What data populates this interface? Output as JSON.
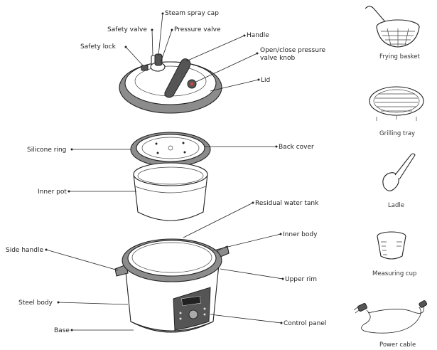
{
  "labels": {
    "steam_spray_cap": "Steam spray cap",
    "safety_valve": "Safety valve",
    "pressure_valve": "Pressure valve",
    "handle": "Handle",
    "safety_lock": "Safety lock",
    "open_close_knob_line1": "Open/close pressure",
    "open_close_knob_line2": "valve knob",
    "lid": "Lid",
    "silicone_ring": "Silicone ring",
    "back_cover": "Back cover",
    "inner_pot": "Inner pot",
    "residual_water_tank": "Residual water tank",
    "inner_body": "Inner body",
    "side_handle": "Side handle",
    "upper_rim": "Upper rim",
    "steel_body": "Steel body",
    "control_panel": "Control panel",
    "base": "Base"
  },
  "accessories": {
    "frying_basket": "Frying basket",
    "grilling_tray": "Grilling tray",
    "ladle": "Ladle",
    "measuring_cup": "Measuring cup",
    "power_cable": "Power cable"
  }
}
